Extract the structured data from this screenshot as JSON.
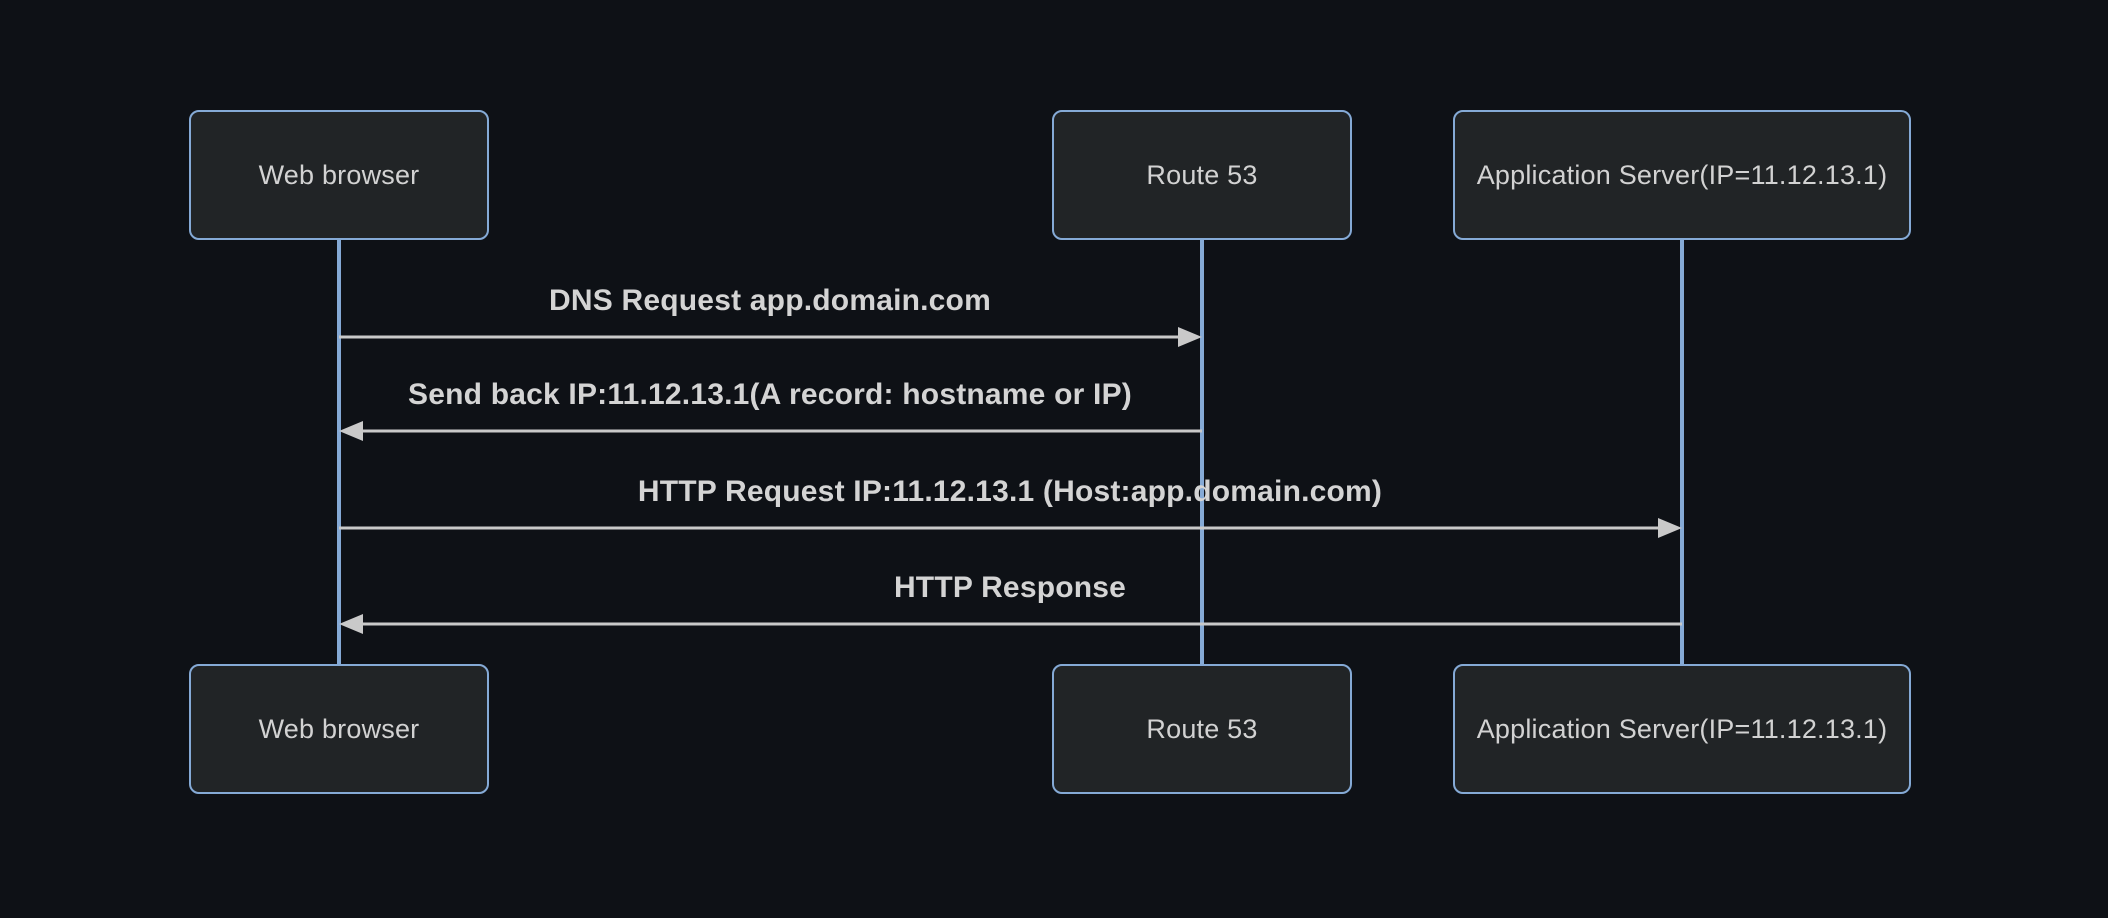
{
  "diagram": {
    "type": "sequence",
    "theme": "dark",
    "colors": {
      "background": "#0e1116",
      "actor_fill": "#212426",
      "actor_border": "#85aad6",
      "lifeline": "#85aad6",
      "message_line": "#c9c9c9",
      "text": "#d2d2d2"
    },
    "actors": [
      {
        "id": "web-browser",
        "label": "Web browser"
      },
      {
        "id": "route-53",
        "label": "Route 53"
      },
      {
        "id": "app-server",
        "label": "Application Server(IP=11.12.13.1)"
      }
    ],
    "messages": [
      {
        "from": "web-browser",
        "to": "route-53",
        "direction": "right",
        "label": "DNS Request app.domain.com"
      },
      {
        "from": "route-53",
        "to": "web-browser",
        "direction": "left",
        "label": "Send back IP:11.12.13.1(A record: hostname or IP)"
      },
      {
        "from": "web-browser",
        "to": "app-server",
        "direction": "right",
        "label": "HTTP Request IP:11.12.13.1 (Host:app.domain.com)"
      },
      {
        "from": "app-server",
        "to": "web-browser",
        "direction": "left",
        "label": "HTTP Response"
      }
    ]
  }
}
